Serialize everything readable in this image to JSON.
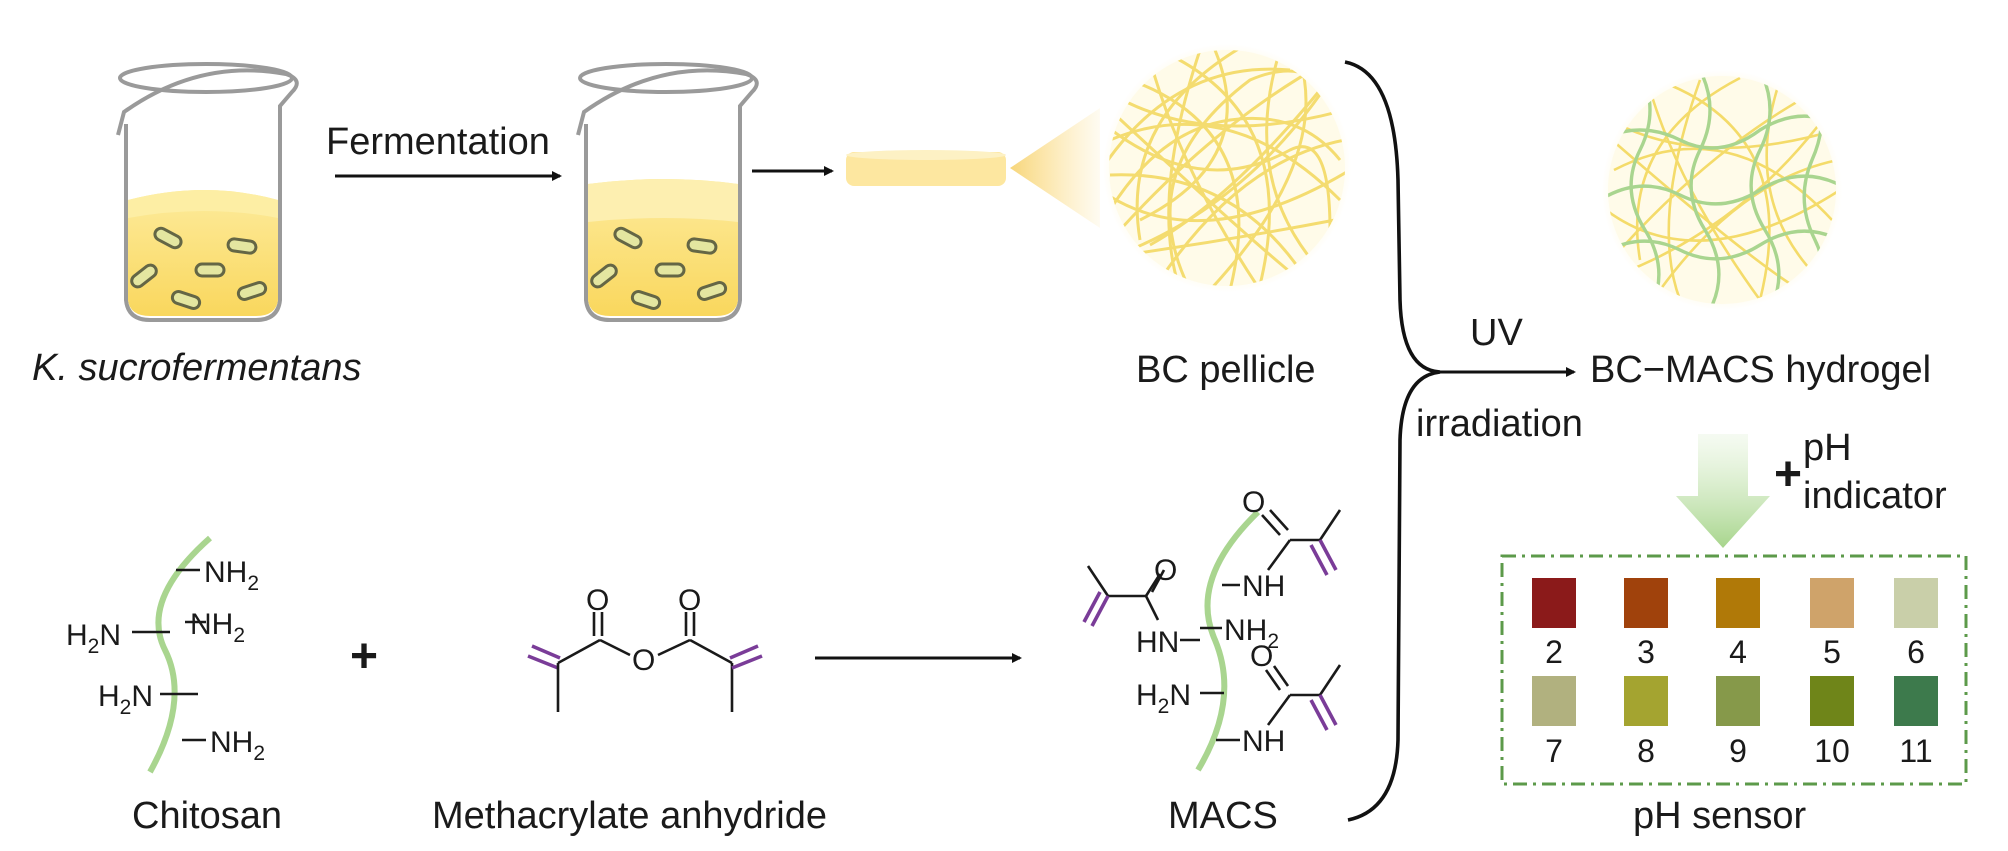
{
  "labels": {
    "organism": "K. sucrofermentans",
    "fermentation": "Fermentation",
    "bc_pellicle": "BC pellicle",
    "uv": "UV",
    "irradiation": "irradiation",
    "hydrogel": "BC−MACS hydrogel",
    "ph": "pH",
    "indicator": "indicator",
    "plus_indicator": "+",
    "plus_reaction": "+",
    "chitosan": "Chitosan",
    "anhydride": "Methacrylate anhydride",
    "macs": "MACS",
    "ph_sensor": "pH sensor"
  },
  "chem": {
    "nh2_main": "NH",
    "h2n_main": "H",
    "n_main": "N",
    "two": "2",
    "oxygen": "O",
    "nh": "NH",
    "hn": "HN"
  },
  "ph_scale": [
    {
      "value": "2",
      "color": "#8b1a1a"
    },
    {
      "value": "3",
      "color": "#a0420c"
    },
    {
      "value": "4",
      "color": "#b07908"
    },
    {
      "value": "5",
      "color": "#cfa36a"
    },
    {
      "value": "6",
      "color": "#c9cfa9"
    },
    {
      "value": "7",
      "color": "#b1b17f"
    },
    {
      "value": "8",
      "color": "#a4a430"
    },
    {
      "value": "9",
      "color": "#86994a"
    },
    {
      "value": "10",
      "color": "#6f8519"
    },
    {
      "value": "11",
      "color": "#3d7a4c"
    }
  ],
  "colors": {
    "broth": "#fbdb6c",
    "broth_light": "#fdeea4",
    "bacteria": "#e4e6a0",
    "fiber": "#f6df6e",
    "chitosan": "#a9d58f",
    "vinyl": "#7a3c98",
    "box_border": "#5c9a4a"
  }
}
